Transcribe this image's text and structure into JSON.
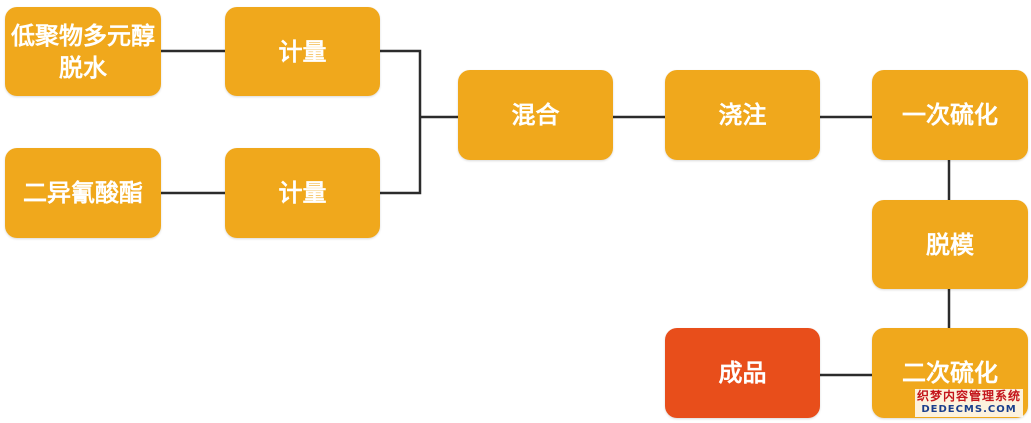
{
  "colors": {
    "node": "#f0a81c",
    "final": "#e84e1b",
    "connector": "#2b2b2b"
  },
  "nodes": {
    "oligomer_polyol": "低聚物多元醇脱水",
    "meter_1": "计量",
    "diisocyanate": "二异氰酸酯",
    "meter_2": "计量",
    "mixing": "混合",
    "pouring": "浇注",
    "primary_cure": "一次硫化",
    "demold": "脱模",
    "secondary_cure": "二次硫化",
    "product": "成品"
  },
  "watermark": {
    "name": "织梦内容管理系统",
    "domain": "DEDECMS.COM"
  }
}
